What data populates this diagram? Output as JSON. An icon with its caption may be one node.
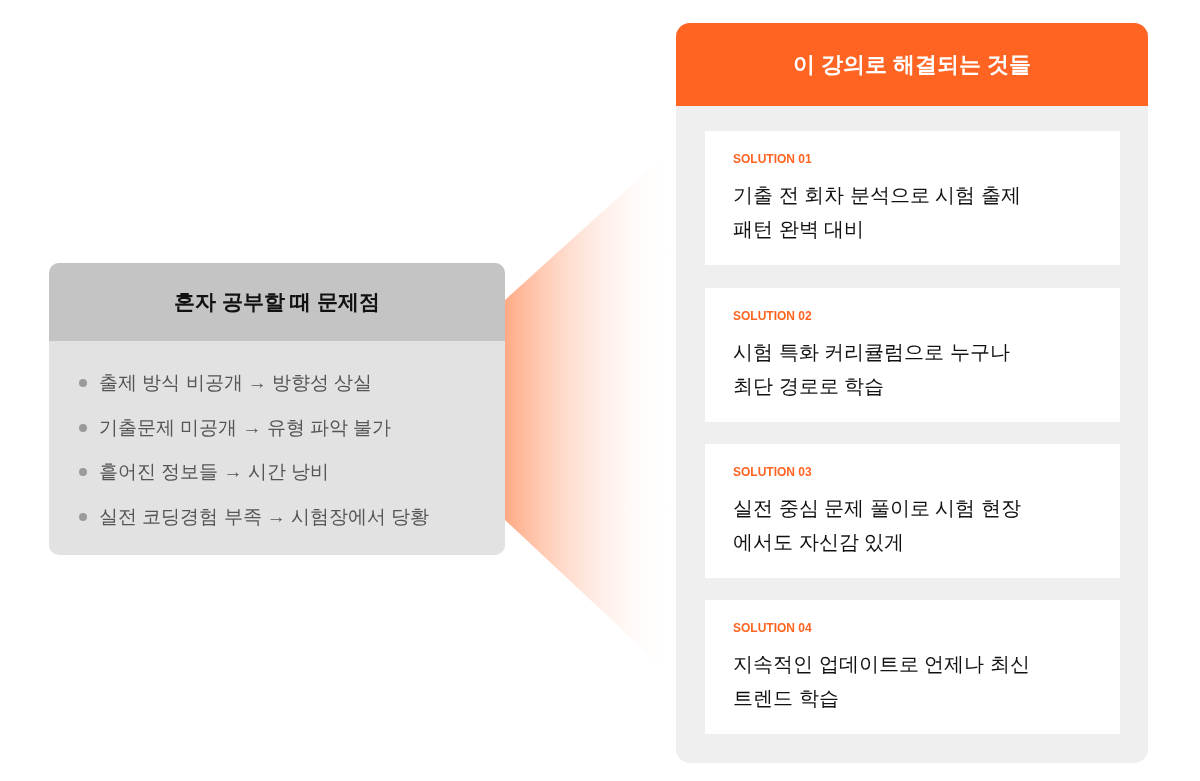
{
  "diagram": {
    "nodes": [
      {
        "text": [
          "혼자 공부할 때 문제점",
          "출제 방식 비공개 → 방향성 상실",
          "기출문제 미공개 → 유형 파악 불가",
          "흩어진 정보들 → 시간 낭비",
          "실전 코딩경험 부족 → 시험장에서 당황"
        ]
      },
      {
        "text": [
          "이 강의로 해결되는 것들"
        ]
      },
      {
        "text": [
          "SOLUTION 01",
          "기출 전 회차 분석으로 시험 출제 패턴 완벽 대비"
        ],
        "in": 1
      },
      {
        "text": [
          "SOLUTION 02",
          "시험 특화 커리큘럼으로 누구나 최단 경로로 학습"
        ],
        "in": 1
      },
      {
        "text": [
          "SOLUTION 03",
          "실전 중심 문제 풀이로 시험 현장에서도 자신감 있게"
        ],
        "in": 1
      },
      {
        "text": [
          "SOLUTION 04",
          "지속적인 업데이트로 언제나 최신 트렌드 학습"
        ],
        "in": 1
      }
    ],
    "edges": [
      {
        "from": 0,
        "to": 1,
        "arrow": "none"
      }
    ]
  }
}
